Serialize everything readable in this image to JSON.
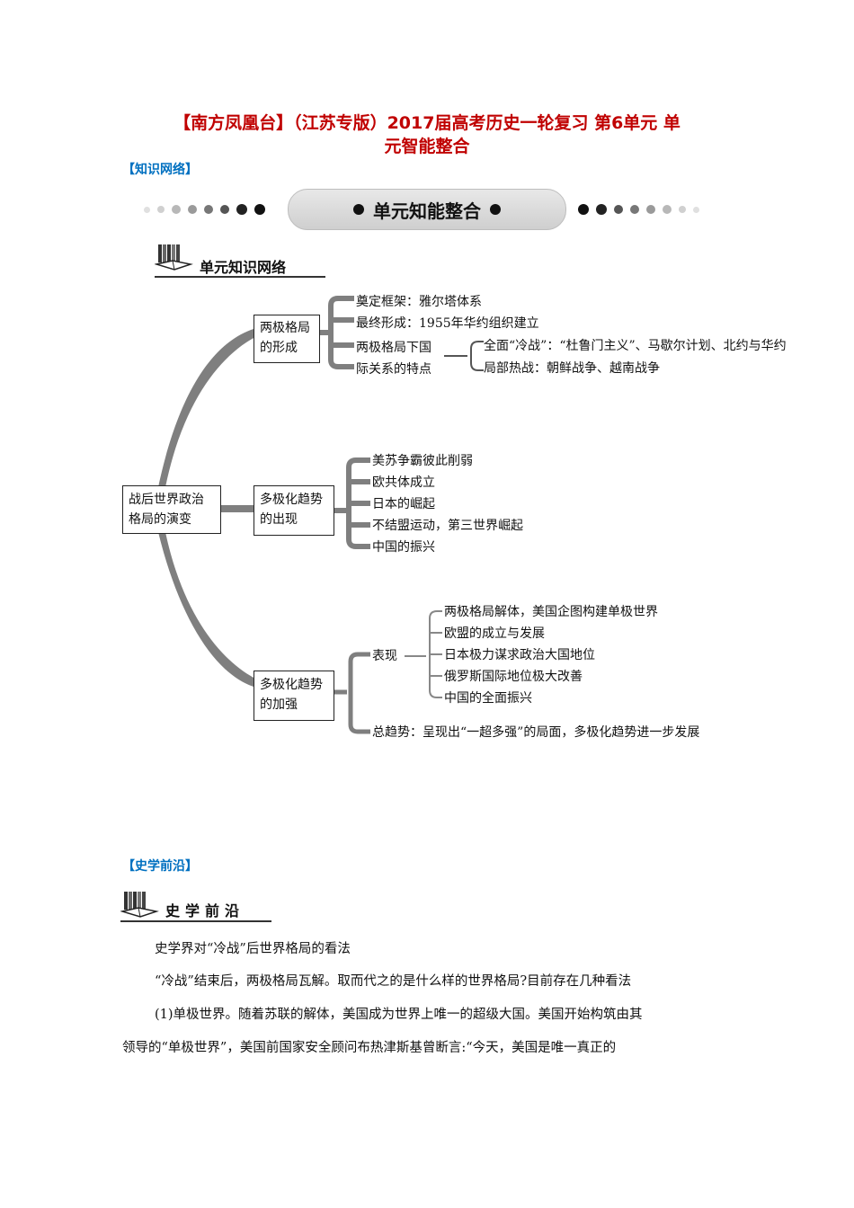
{
  "title_line1": "【南方凤凰台】（江苏专版）2017届高考历史一轮复习 第6单元 单",
  "title_line2": "元智能整合",
  "section1": {
    "label": "【知识网络】",
    "banner": "单元知能整合",
    "header": "单元知识网络"
  },
  "tree": {
    "root": [
      "战后世界政治",
      "格局的演变"
    ],
    "branch1": {
      "label": [
        "两极格局",
        "的形成"
      ],
      "items": [
        "奠定框架：雅尔塔体系",
        "最终形成：1955年华约组织建立"
      ],
      "sub_label": [
        "两极格局下国",
        "际关系的特点"
      ],
      "sub_items": [
        "全面“冷战”：“杜鲁门主义”、马歇尔计划、北约与华约",
        "局部热战：朝鲜战争、越南战争"
      ]
    },
    "branch2": {
      "label": [
        "多极化趋势",
        "的出现"
      ],
      "items": [
        "美苏争霸彼此削弱",
        "欧共体成立",
        "日本的崛起",
        "不结盟运动，第三世界崛起",
        "中国的振兴"
      ]
    },
    "branch3": {
      "label": [
        "多极化趋势",
        "的加强"
      ],
      "sub_label": "表现",
      "sub_items": [
        "两极格局解体，美国企图构建单极世界",
        "欧盟的成立与发展",
        "日本极力谋求政治大国地位",
        "俄罗斯国际地位极大改善",
        "中国的全面振兴"
      ],
      "trend": "总趋势：呈现出“一超多强”的局面，多极化趋势进一步发展"
    }
  },
  "section2": {
    "label": "【史学前沿】",
    "header": "史学前沿",
    "paragraphs": [
      "史学界对“冷战”后世界格局的看法",
      "“冷战”结束后，两极格局瓦解。取而代之的是什么样的世界格局?目前存在几种看法",
      "(1)单极世界。随着苏联的解体，美国成为世界上唯一的超级大国。美国开始构筑由其",
      "领导的“单极世界”，美国前国家安全顾问布热津斯基曾断言:“今天，美国是唯一真正的"
    ]
  },
  "colors": {
    "title": "#c00000",
    "section_label": "#0070c0",
    "connector": "#7f7f7f"
  },
  "icons": [
    "book-stack-icon",
    "dot-icon"
  ]
}
